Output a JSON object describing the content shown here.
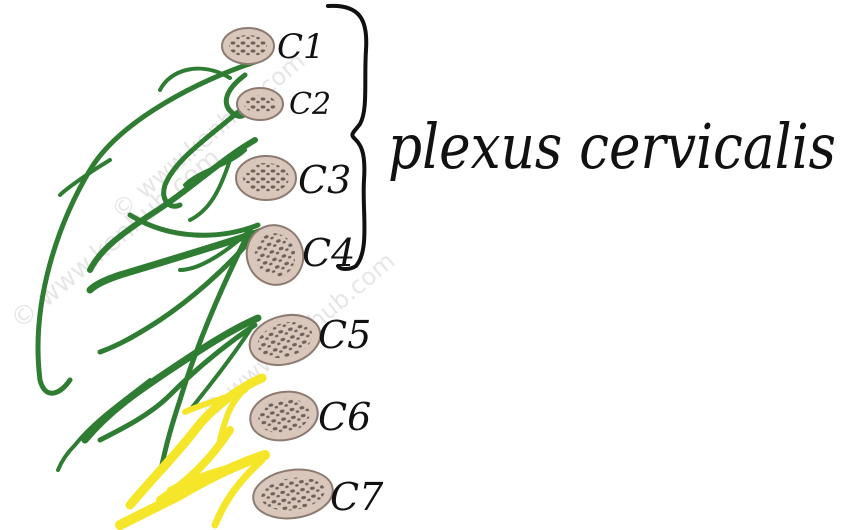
{
  "labels": {
    "c1": "C1",
    "c2": "C2",
    "c3": "C3",
    "c4": "C4",
    "c5": "C5",
    "c6": "C6",
    "c7": "C7"
  },
  "title": "plexus cervicalis",
  "watermark": "© www.kenhub.com",
  "colors": {
    "cervical_plexus_nerves": "#2e7d32",
    "brachial_plexus_nerves": "#f5e62a",
    "vertebra_fill": "#d9c7bb",
    "vertebra_outline": "#8d7b72",
    "ink": "#111111"
  }
}
